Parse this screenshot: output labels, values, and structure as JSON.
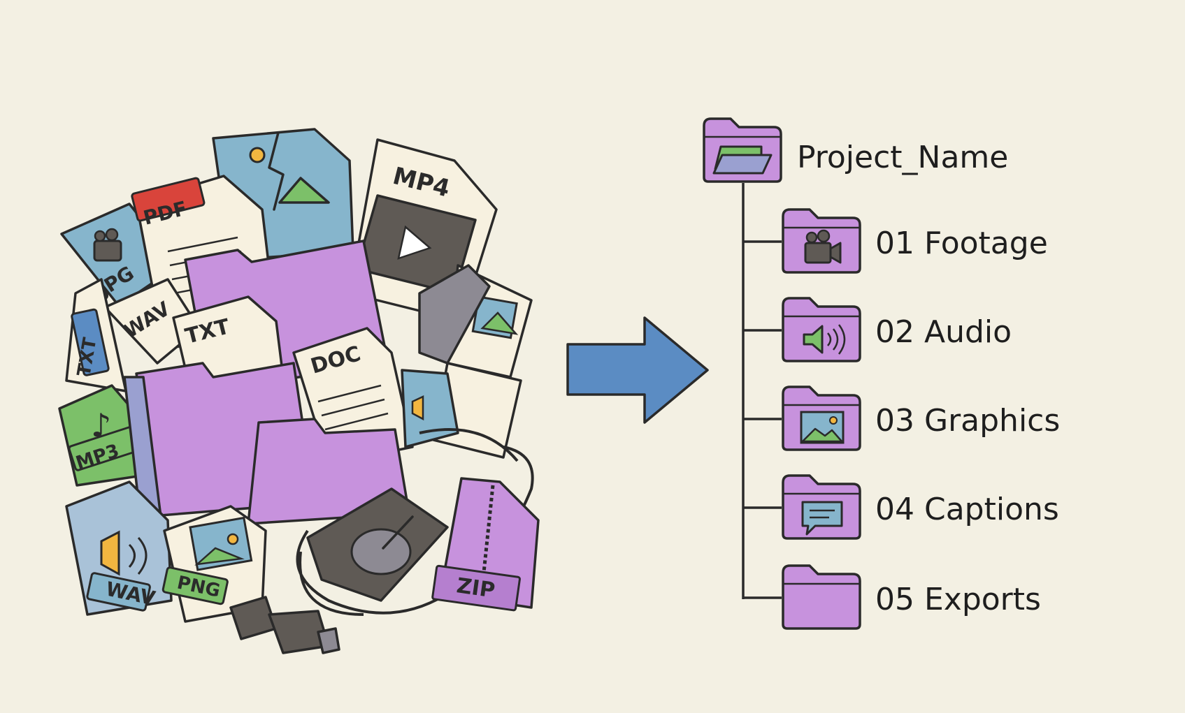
{
  "colors": {
    "background": "#f3f0e3",
    "folder": "#c792dd",
    "folder_dark": "#b57fcf",
    "arrow": "#5b8cc3",
    "outline": "#2a2a2a",
    "paper": "#f7f1e0",
    "blue_file": "#86b5cc",
    "green_file": "#7cc069",
    "red_tag": "#d9443b"
  },
  "clutter": {
    "labels": {
      "jpg": "JPG",
      "pdf": "PDF",
      "mp4": "MP4",
      "wav_top": "WAV",
      "txt_left": "TXT",
      "txt_mid": "TXT",
      "doc": "DOC",
      "mp3": "MP3",
      "wav_bottom": "WAV",
      "png": "PNG",
      "zip": "ZIP"
    }
  },
  "tree": {
    "root": {
      "label": "Project_Name",
      "icon": "open-folder-icon"
    },
    "children": [
      {
        "label": "01 Footage",
        "icon": "video-camera-icon"
      },
      {
        "label": "02 Audio",
        "icon": "speaker-icon"
      },
      {
        "label": "03 Graphics",
        "icon": "image-icon"
      },
      {
        "label": "04 Captions",
        "icon": "speech-bubble-icon"
      },
      {
        "label": "05 Exports",
        "icon": ""
      }
    ]
  }
}
